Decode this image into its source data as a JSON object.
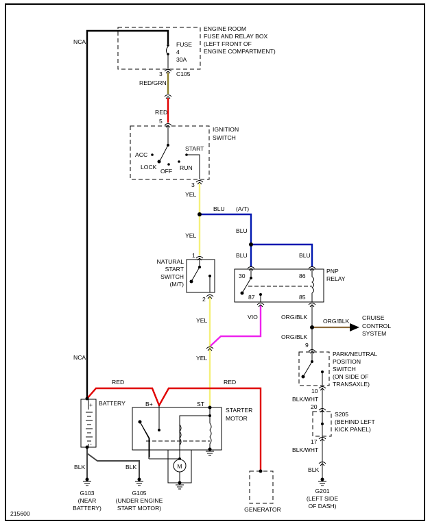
{
  "diagram_id": "215600",
  "colors": {
    "nca": "#000000",
    "red_grn": "#8b7d2a",
    "red": "#e00000",
    "yel": "#f5f07a",
    "blu": "#0018b0",
    "vio": "#ee22ee",
    "org_blk": "#444444",
    "blk_wht": "#444444",
    "blk": "#444444",
    "arrow_tan": "#8b6a3a"
  },
  "fuse_box": {
    "title": [
      "ENGINE ROOM",
      "FUSE AND RELAY BOX",
      "(LEFT FRONT OF",
      "ENGINE COMPARTMENT)"
    ],
    "fuse": [
      "FUSE",
      "4",
      "30A"
    ],
    "pin": "3",
    "connector": "C105"
  },
  "wires": {
    "nca": "NCA",
    "nca2": "NCA",
    "red_grn": "RED/GRN",
    "red": "RED",
    "yel": "YEL",
    "blu": "BLU",
    "at": "(A/T)",
    "vio": "VIO",
    "org_blk": "ORG/BLK",
    "blk_wht": "BLK/WHT",
    "blk": "BLK"
  },
  "ignition": {
    "title": [
      "IGNITION",
      "SWITCH"
    ],
    "pin_in": "5",
    "pin_out": "3",
    "positions": {
      "acc": "ACC",
      "lock": "LOCK",
      "off": "OFF",
      "run": "RUN",
      "start": "START"
    }
  },
  "natural_start": {
    "title": [
      "NATURAL",
      "START",
      "SWITCH",
      "(M/T)"
    ],
    "pin1": "1",
    "pin2": "2"
  },
  "pnp_relay": {
    "title": [
      "PNP",
      "RELAY"
    ],
    "pins": [
      "30",
      "86",
      "87",
      "85"
    ]
  },
  "cruise": {
    "title": [
      "CRUISE",
      "CONTROL",
      "SYSTEM"
    ]
  },
  "pn_switch": {
    "title": [
      "PARK/NEUTRAL",
      "POSITION",
      "SWITCH",
      "(ON SIDE OF",
      "TRANSAXLE)"
    ],
    "pin_in": "9",
    "pin_out": "10"
  },
  "s205": {
    "title": [
      "S205",
      "(BEHIND LEFT",
      "KICK PANEL)"
    ],
    "pin_in": "20",
    "pin_out": "17"
  },
  "battery": {
    "title": "BATTERY",
    "plus": "+",
    "minus": "-"
  },
  "starter": {
    "title": [
      "STARTER",
      "MOTOR"
    ],
    "b_plus": "B+",
    "st": "ST",
    "motor": "M"
  },
  "generator": {
    "title": "GENERATOR"
  },
  "grounds": {
    "g103": [
      "G103",
      "(NEAR",
      "BATTERY)"
    ],
    "g105": [
      "G105",
      "(UNDER ENGINE",
      "START MOTOR)"
    ],
    "g201": [
      "G201",
      "(LEFT SIDE",
      "OF DASH)"
    ]
  }
}
